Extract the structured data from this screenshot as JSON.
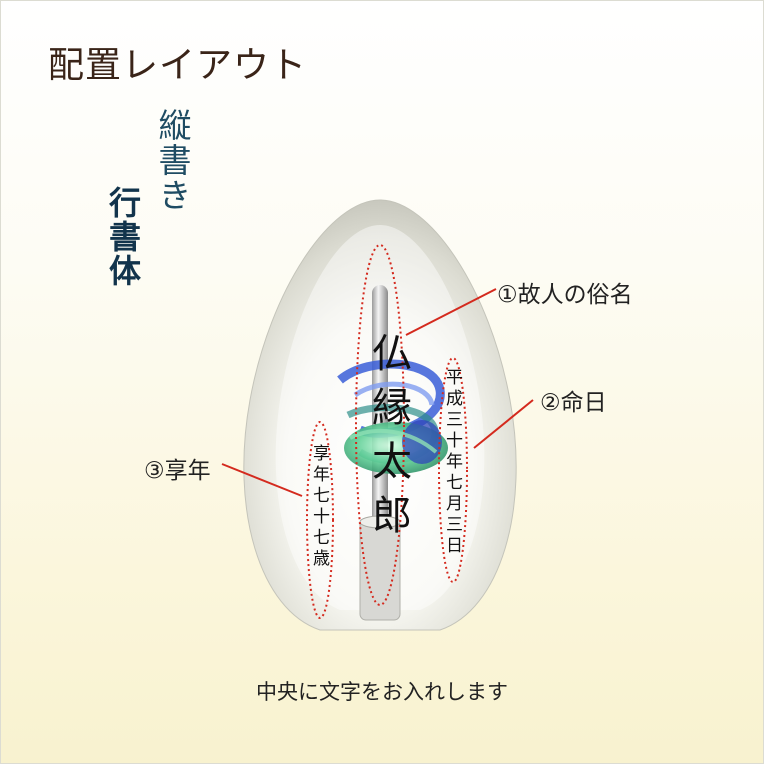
{
  "title": "配置レイアウト",
  "style": {
    "orientation": "縦書き",
    "font": "行書体"
  },
  "inscriptions": {
    "name": "仏縁太郎",
    "date": "平成三十年七月三日",
    "age": "享年七十七歳"
  },
  "labels": {
    "name": "①故人の俗名",
    "date": "②命日",
    "age": "③享年"
  },
  "caption": "中央に文字をお入れします",
  "colors": {
    "title": "#3a2418",
    "vertical_label": "#1f4c63",
    "font_label": "#12344c",
    "callout": "#d42a1e",
    "swirl_blue": "#3a5ed8",
    "swirl_green": "#4fc08a"
  }
}
